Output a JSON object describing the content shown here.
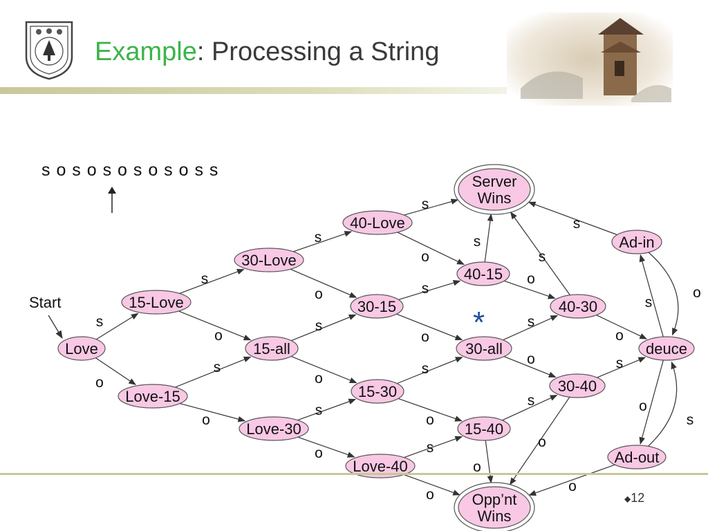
{
  "slide": {
    "title_keyword": "Example",
    "title_rest": ": Processing a String",
    "input_sequence": "s o s o s o s o s o s s",
    "slide_number": "12",
    "star_marker": "*"
  },
  "diagram": {
    "start_label": "Start",
    "nodes": [
      {
        "id": "love",
        "label": "Love"
      },
      {
        "id": "15-love",
        "label": "15-Love"
      },
      {
        "id": "love-15",
        "label": "Love-15"
      },
      {
        "id": "30-love",
        "label": "30-Love"
      },
      {
        "id": "15-all",
        "label": "15-all"
      },
      {
        "id": "love-30",
        "label": "Love-30"
      },
      {
        "id": "40-love",
        "label": "40-Love"
      },
      {
        "id": "30-15",
        "label": "30-15"
      },
      {
        "id": "15-30",
        "label": "15-30"
      },
      {
        "id": "love-40",
        "label": "Love-40"
      },
      {
        "id": "40-15",
        "label": "40-15"
      },
      {
        "id": "30-all",
        "label": "30-all"
      },
      {
        "id": "15-40",
        "label": "15-40"
      },
      {
        "id": "40-30",
        "label": "40-30"
      },
      {
        "id": "30-40",
        "label": "30-40"
      },
      {
        "id": "server-wins",
        "label": [
          "Server",
          "Wins"
        ]
      },
      {
        "id": "opp-wins",
        "label": [
          "Opp’nt",
          "Wins"
        ]
      },
      {
        "id": "ad-in",
        "label": "Ad-in"
      },
      {
        "id": "deuce",
        "label": "deuce"
      },
      {
        "id": "ad-out",
        "label": "Ad-out"
      }
    ],
    "edges": [
      {
        "from": "love",
        "to": "15-love",
        "label": "s"
      },
      {
        "from": "love",
        "to": "love-15",
        "label": "o"
      },
      {
        "from": "15-love",
        "to": "30-love",
        "label": "s"
      },
      {
        "from": "15-love",
        "to": "15-all",
        "label": "o"
      },
      {
        "from": "love-15",
        "to": "15-all",
        "label": "s"
      },
      {
        "from": "love-15",
        "to": "love-30",
        "label": "o"
      },
      {
        "from": "30-love",
        "to": "40-love",
        "label": "s"
      },
      {
        "from": "30-love",
        "to": "30-15",
        "label": "o"
      },
      {
        "from": "15-all",
        "to": "30-15",
        "label": "s"
      },
      {
        "from": "15-all",
        "to": "15-30",
        "label": "o"
      },
      {
        "from": "love-30",
        "to": "15-30",
        "label": "s"
      },
      {
        "from": "love-30",
        "to": "love-40",
        "label": "o"
      },
      {
        "from": "40-love",
        "to": "server-wins",
        "label": "s"
      },
      {
        "from": "40-love",
        "to": "40-15",
        "label": "o"
      },
      {
        "from": "30-15",
        "to": "40-15",
        "label": "s"
      },
      {
        "from": "30-15",
        "to": "30-all",
        "label": "o"
      },
      {
        "from": "15-30",
        "to": "30-all",
        "label": "s"
      },
      {
        "from": "15-30",
        "to": "15-40",
        "label": "o"
      },
      {
        "from": "love-40",
        "to": "15-40",
        "label": "s"
      },
      {
        "from": "love-40",
        "to": "opp-wins",
        "label": "o"
      },
      {
        "from": "40-15",
        "to": "server-wins",
        "label": "s"
      },
      {
        "from": "40-15",
        "to": "40-30",
        "label": "o"
      },
      {
        "from": "30-all",
        "to": "40-30",
        "label": "s"
      },
      {
        "from": "30-all",
        "to": "30-40",
        "label": "o"
      },
      {
        "from": "15-40",
        "to": "30-40",
        "label": "s"
      },
      {
        "from": "15-40",
        "to": "opp-wins",
        "label": "o"
      },
      {
        "from": "40-30",
        "to": "server-wins",
        "label": "s"
      },
      {
        "from": "40-30",
        "to": "deuce",
        "label": "o"
      },
      {
        "from": "30-40",
        "to": "deuce",
        "label": "s"
      },
      {
        "from": "30-40",
        "to": "opp-wins",
        "label": "o"
      },
      {
        "from": "ad-in",
        "to": "server-wins",
        "label": "s"
      },
      {
        "from": "ad-in",
        "to": "deuce",
        "label": "o"
      },
      {
        "from": "deuce",
        "to": "ad-in",
        "label": "s"
      },
      {
        "from": "deuce",
        "to": "ad-out",
        "label": "o"
      },
      {
        "from": "ad-out",
        "to": "deuce",
        "label": "s"
      },
      {
        "from": "ad-out",
        "to": "opp-wins",
        "label": "o"
      }
    ]
  },
  "colors": {
    "title_keyword": "#3cb44a",
    "node_fill": "#f8c8e4",
    "star": "#1f4e9c",
    "header_bar": "#c8c89a"
  }
}
